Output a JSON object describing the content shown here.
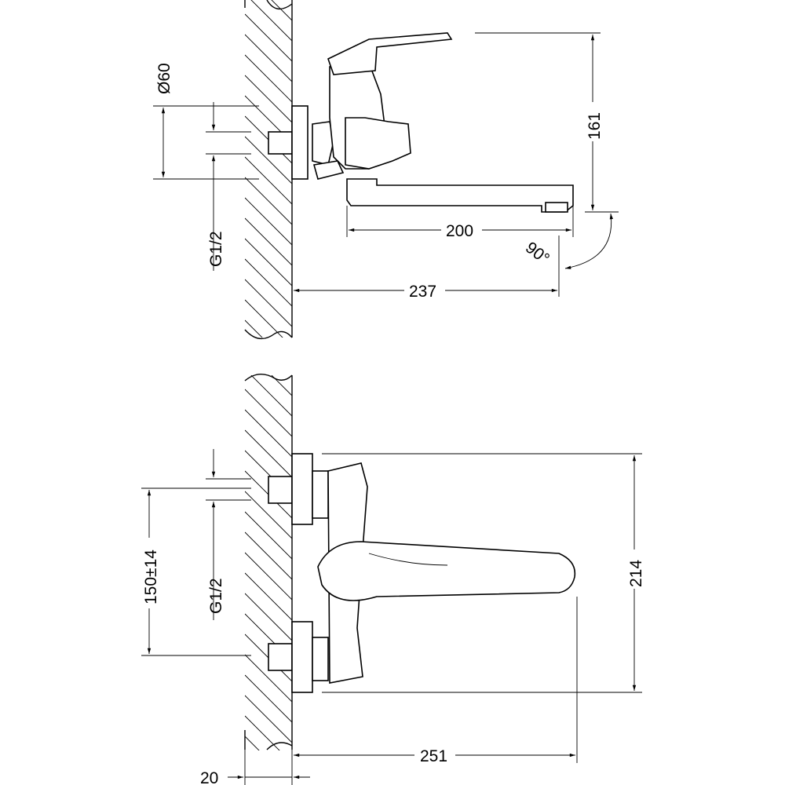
{
  "side_view": {
    "diameter_label": "Ø60",
    "thread_label": "G1/2",
    "height_label": "161",
    "spout_reach_label": "200",
    "angle_label": "90°",
    "total_depth_label": "237"
  },
  "front_view": {
    "connection_spacing_label": "150±14",
    "thread_label": "G1/2",
    "height_label": "214",
    "width_label": "251",
    "wall_offset_label": "20"
  },
  "colors": {
    "line": "#000000",
    "background": "#ffffff"
  }
}
